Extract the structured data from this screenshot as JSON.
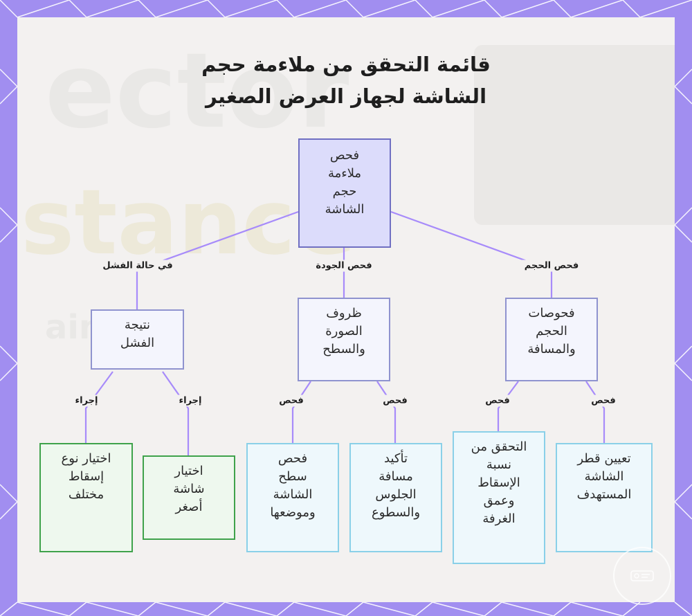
{
  "title": {
    "line1": "قائمة التحقق من ملاءمة حجم",
    "line2": "الشاشة لجهاز العرض الصغير"
  },
  "background_text": {
    "word1": "ector",
    "word2": "stance",
    "word3": "aine"
  },
  "nodes": {
    "root": {
      "lines": [
        "فحص",
        "ملاءمة",
        "حجم",
        "الشاشة"
      ]
    },
    "failure_result": {
      "lines": [
        "نتيجة",
        "الفشل"
      ]
    },
    "image_conditions": {
      "lines": [
        "ظروف",
        "الصورة",
        "والسطح"
      ]
    },
    "size_checks": {
      "lines": [
        "فحوصات",
        "الحجم",
        "والمسافة"
      ]
    },
    "different_throw": {
      "lines": [
        "اختيار نوع",
        "إسقاط",
        "مختلف"
      ]
    },
    "smaller_screen": {
      "lines": [
        "اختيار",
        "شاشة",
        "أصغر"
      ]
    },
    "check_surface": {
      "lines": [
        "فحص",
        "سطح",
        "الشاشة",
        "وموضعها"
      ]
    },
    "confirm_distance": {
      "lines": [
        "تأكيد",
        "مسافة",
        "الجلوس",
        "والسطوع"
      ]
    },
    "throw_ratio": {
      "lines": [
        "التحقق من",
        "نسبة",
        "الإسقاط",
        "وعمق",
        "الغرفة"
      ]
    },
    "screen_diagonal": {
      "lines": [
        "تعيين قطر",
        "الشاشة",
        "المستهدف"
      ]
    }
  },
  "edge_labels": {
    "on_failure": "في حالة الفشل",
    "quality_check": "فحص الجودة",
    "size_check": "فحص الحجم",
    "action_1": "إجراء",
    "action_2": "إجراء",
    "check_1": "فحص",
    "check_2": "فحص",
    "check_3": "فحص",
    "check_4": "فحص"
  },
  "colors": {
    "page_border": "#a18ef0",
    "panel": "#f3f1f0",
    "edge": "#a78bfa",
    "root_fill": "#dcdcfb",
    "mid_fill": "#f4f5fd",
    "leaf_teal_border": "#8ad0e8",
    "leaf_green_border": "#3fa24b"
  }
}
